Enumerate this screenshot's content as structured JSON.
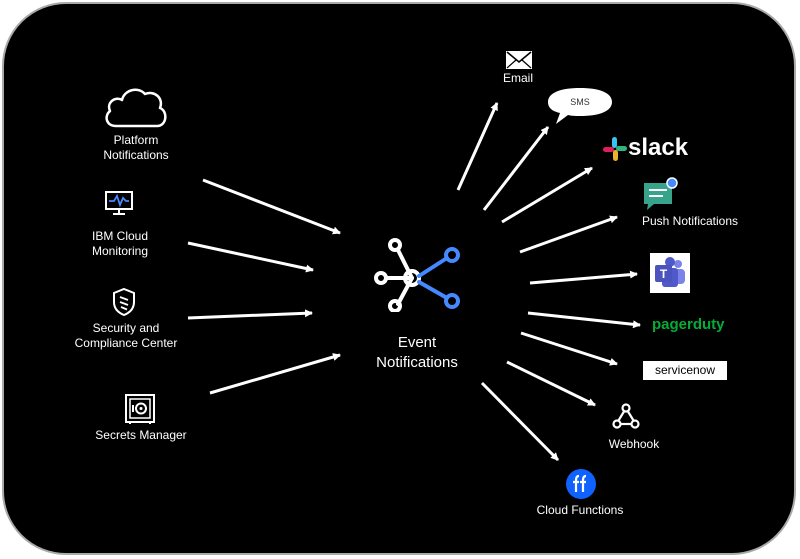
{
  "center": {
    "label": "Event\nNotifications"
  },
  "sources": [
    {
      "name": "platform",
      "label": "Platform\nNotifications",
      "icon": "cloud-icon"
    },
    {
      "name": "monitoring",
      "label": "IBM Cloud\nMonitoring",
      "icon": "monitor-icon"
    },
    {
      "name": "security",
      "label": "Security and\nCompliance Center",
      "icon": "shield-icon"
    },
    {
      "name": "secrets",
      "label": "Secrets Manager",
      "icon": "vault-icon"
    }
  ],
  "destinations": [
    {
      "name": "email",
      "label": "Email",
      "icon": "envelope-icon"
    },
    {
      "name": "sms",
      "label": "SMS",
      "icon": "speech-bubble-icon"
    },
    {
      "name": "slack",
      "label": "slack",
      "icon": "slack-logo"
    },
    {
      "name": "push",
      "label": "Push Notifications",
      "icon": "chat-notification-icon"
    },
    {
      "name": "teams",
      "label": "",
      "icon": "microsoft-teams-logo"
    },
    {
      "name": "pagerduty",
      "label": "pagerduty",
      "icon": "pagerduty-logo"
    },
    {
      "name": "servicenow",
      "label": "servicenow",
      "icon": "servicenow-logo"
    },
    {
      "name": "webhook",
      "label": "Webhook",
      "icon": "webhook-icon"
    },
    {
      "name": "functions",
      "label": "Cloud Functions",
      "icon": "cloud-functions-icon"
    }
  ],
  "colors": {
    "background": "#000000",
    "border": "#a9a9a9",
    "text": "#ffffff",
    "accent_blue": "#4589ff",
    "slack_green": "#2eb67d",
    "pagerduty_green": "#06ac38",
    "teams_purple": "#5059c9",
    "push_green": "#37a38b"
  }
}
